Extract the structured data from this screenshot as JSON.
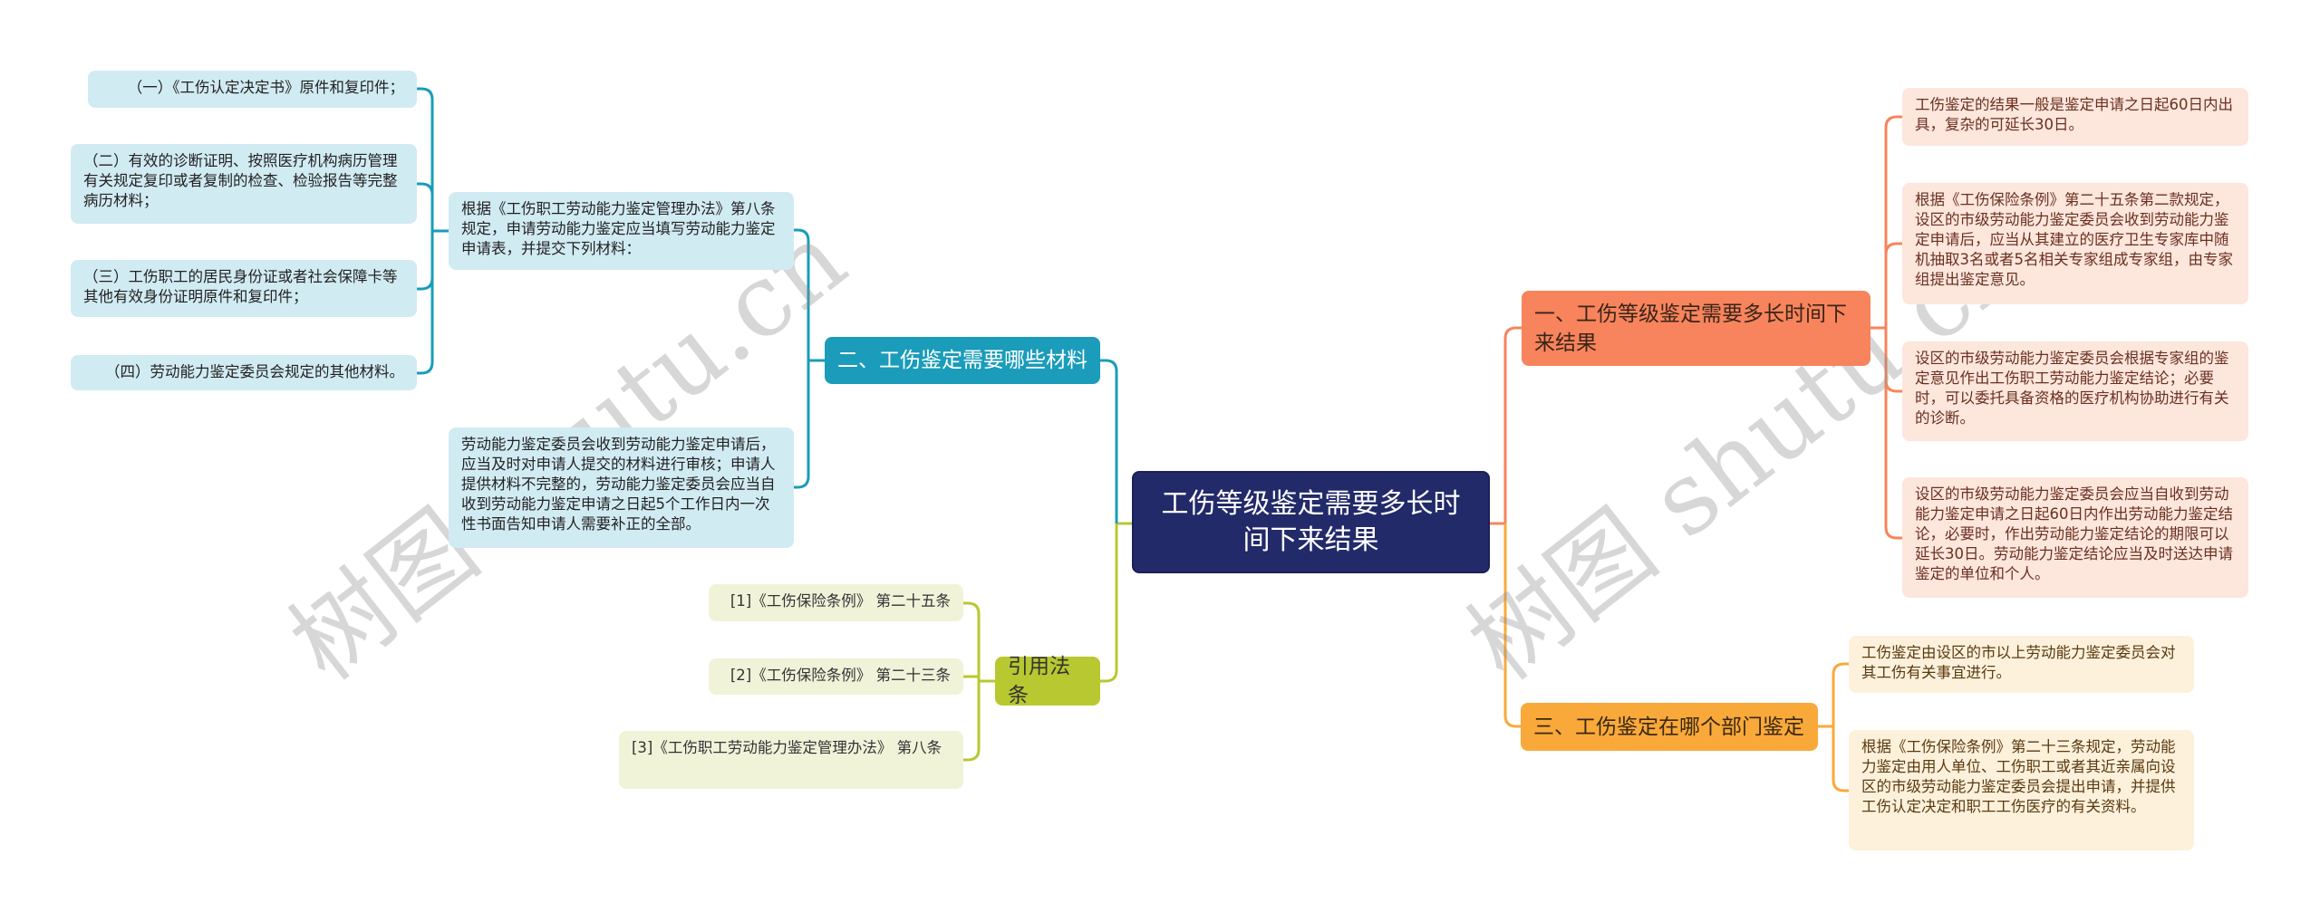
{
  "center": {
    "title": "工伤等级鉴定需要多长时间下来结果"
  },
  "branches": {
    "time": {
      "label": "一、工伤等级鉴定需要多长时间下来结果",
      "color": "#f7845c",
      "leaves": [
        "工伤鉴定的结果一般是鉴定申请之日起60日内出具，复杂的可延长30日。",
        "根据《工伤保险条例》第二十五条第二款规定，设区的市级劳动能力鉴定委员会收到劳动能力鉴定申请后，应当从其建立的医疗卫生专家库中随机抽取3名或者5名相关专家组成专家组，由专家组提出鉴定意见。",
        "设区的市级劳动能力鉴定委员会根据专家组的鉴定意见作出工伤职工劳动能力鉴定结论；必要时，可以委托具备资格的医疗机构协助进行有关的诊断。",
        "设区的市级劳动能力鉴定委员会应当自收到劳动能力鉴定申请之日起60日内作出劳动能力鉴定结论，必要时，作出劳动能力鉴定结论的期限可以延长30日。劳动能力鉴定结论应当及时送达申请鉴定的单位和个人。"
      ]
    },
    "materials": {
      "label": "二、工伤鉴定需要哪些材料",
      "color": "#1a9cba",
      "children": [
        {
          "text": "根据《工伤职工劳动能力鉴定管理办法》第八条规定，申请劳动能力鉴定应当填写劳动能力鉴定申请表，并提交下列材料：",
          "items": [
            "（一）《工伤认定决定书》原件和复印件；",
            "（二）有效的诊断证明、按照医疗机构病历管理有关规定复印或者复制的检查、检验报告等完整病历材料；",
            "（三）工伤职工的居民身份证或者社会保障卡等其他有效身份证明原件和复印件；",
            "（四）劳动能力鉴定委员会规定的其他材料。"
          ]
        },
        {
          "text": "劳动能力鉴定委员会收到劳动能力鉴定申请后，应当及时对申请人提交的材料进行审核；申请人提供材料不完整的，劳动能力鉴定委员会应当自收到劳动能力鉴定申请之日起5个工作日内一次性书面告知申请人需要补正的全部。"
        }
      ]
    },
    "department": {
      "label": "三、工伤鉴定在哪个部门鉴定",
      "color": "#f9a93a",
      "leaves": [
        "工伤鉴定由设区的市以上劳动能力鉴定委员会对其工伤有关事宜进行。",
        "根据《工伤保险条例》第二十三条规定，劳动能力鉴定由用人单位、工伤职工或者其近亲属向设区的市级劳动能力鉴定委员会提出申请，并提供工伤认定决定和职工工伤医疗的有关资料。"
      ]
    },
    "references": {
      "label": "引用法条",
      "color": "#b8c830",
      "leaves": [
        "[1]《工伤保险条例》 第二十五条",
        "[2]《工伤保险条例》 第二十三条",
        "[3]《工伤职工劳动能力鉴定管理办法》 第八条"
      ]
    }
  },
  "watermark": {
    "text": "树图 shutu.cn"
  }
}
